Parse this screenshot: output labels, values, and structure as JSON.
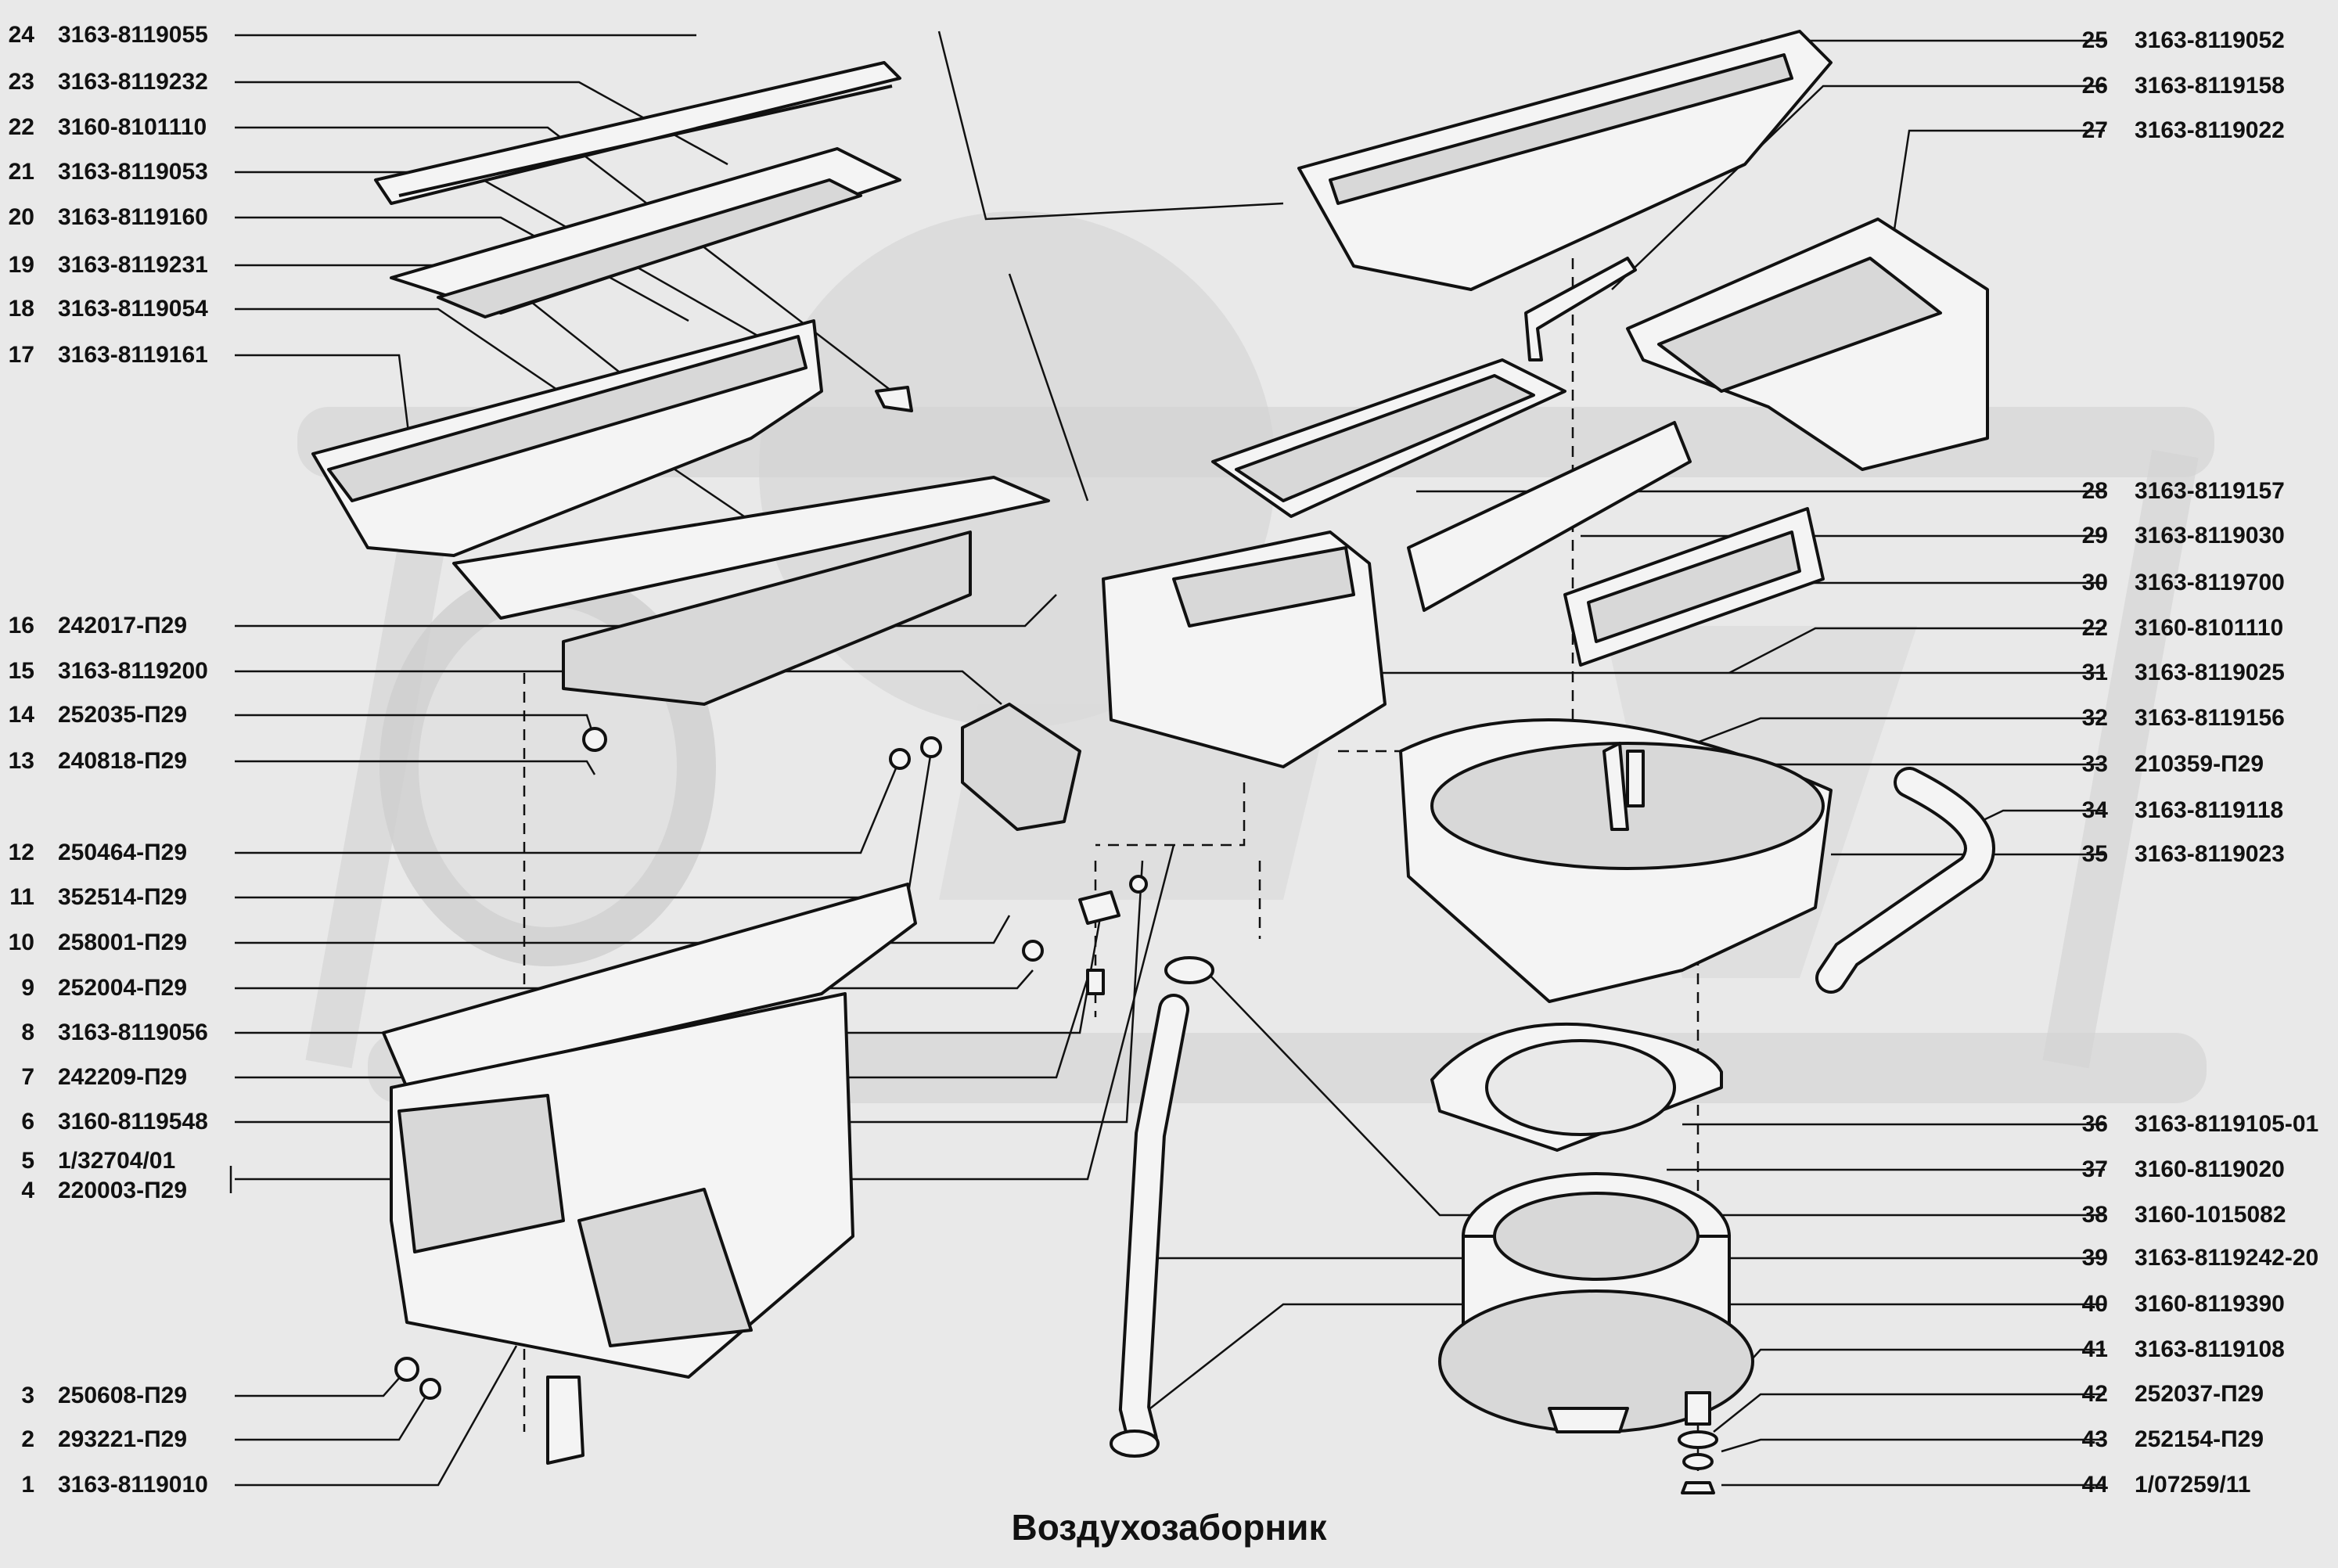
{
  "title": "Воздухозаборник",
  "watermark_text": "ОРЕ",
  "labels_left": [
    {
      "num": "24",
      "code": "3163-8119055"
    },
    {
      "num": "23",
      "code": "3163-8119232"
    },
    {
      "num": "22",
      "code": "3160-8101110"
    },
    {
      "num": "21",
      "code": "3163-8119053"
    },
    {
      "num": "20",
      "code": "3163-8119160"
    },
    {
      "num": "19",
      "code": "3163-8119231"
    },
    {
      "num": "18",
      "code": "3163-8119054"
    },
    {
      "num": "17",
      "code": "3163-8119161"
    },
    {
      "num": "16",
      "code": "242017-П29"
    },
    {
      "num": "15",
      "code": "3163-8119200"
    },
    {
      "num": "14",
      "code": "252035-П29"
    },
    {
      "num": "13",
      "code": "240818-П29"
    },
    {
      "num": "12",
      "code": "250464-П29"
    },
    {
      "num": "11",
      "code": "352514-П29"
    },
    {
      "num": "10",
      "code": "258001-П29"
    },
    {
      "num": "9",
      "code": "252004-П29"
    },
    {
      "num": "8",
      "code": "3163-8119056"
    },
    {
      "num": "7",
      "code": "242209-П29"
    },
    {
      "num": "6",
      "code": "3160-8119548"
    },
    {
      "num": "5",
      "code": "1/32704/01"
    },
    {
      "num": "4",
      "code": "220003-П29"
    },
    {
      "num": "3",
      "code": "250608-П29"
    },
    {
      "num": "2",
      "code": "293221-П29"
    },
    {
      "num": "1",
      "code": "3163-8119010"
    }
  ],
  "labels_right": [
    {
      "num": "25",
      "code": "3163-8119052"
    },
    {
      "num": "26",
      "code": "3163-8119158"
    },
    {
      "num": "27",
      "code": "3163-8119022"
    },
    {
      "num": "28",
      "code": "3163-8119157"
    },
    {
      "num": "29",
      "code": "3163-8119030"
    },
    {
      "num": "30",
      "code": "3163-8119700"
    },
    {
      "num": "22",
      "code": "3160-8101110"
    },
    {
      "num": "31",
      "code": "3163-8119025"
    },
    {
      "num": "32",
      "code": "3163-8119156"
    },
    {
      "num": "33",
      "code": "210359-П29"
    },
    {
      "num": "34",
      "code": "3163-8119118"
    },
    {
      "num": "35",
      "code": "3163-8119023"
    },
    {
      "num": "36",
      "code": "3163-8119105-01"
    },
    {
      "num": "37",
      "code": "3160-8119020"
    },
    {
      "num": "38",
      "code": "3160-1015082"
    },
    {
      "num": "39",
      "code": "3163-8119242-20"
    },
    {
      "num": "40",
      "code": "3160-8119390"
    },
    {
      "num": "41",
      "code": "3163-8119108"
    },
    {
      "num": "42",
      "code": "252037-П29"
    },
    {
      "num": "43",
      "code": "252154-П29"
    },
    {
      "num": "44",
      "code": "1/07259/11"
    }
  ]
}
